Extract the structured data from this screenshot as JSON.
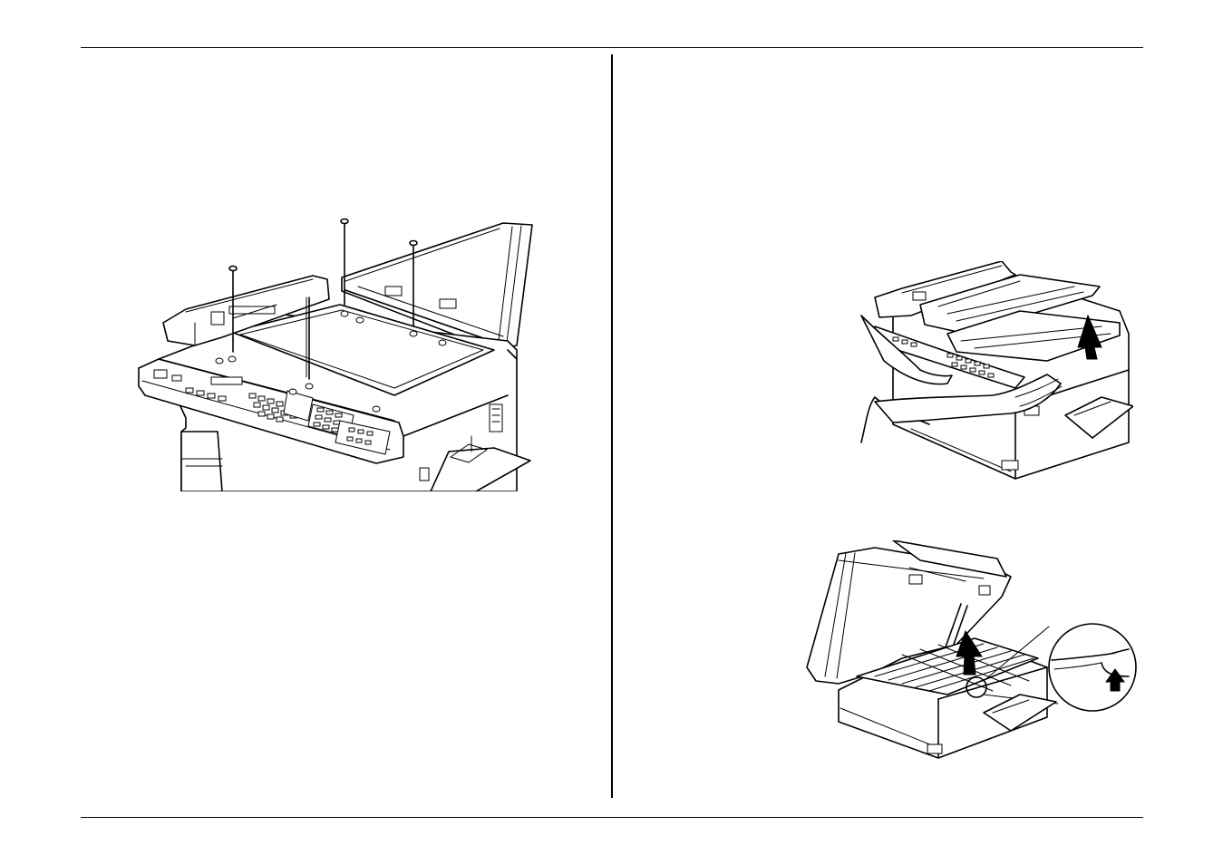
{
  "page": {
    "figures": [
      {
        "id": "fig-screw-removal",
        "icon": "fax-scanner-screws-illustration"
      },
      {
        "id": "fig-lift-unit",
        "icon": "hands-lifting-fax-illustration"
      },
      {
        "id": "fig-open-unit",
        "icon": "opened-fax-detail-illustration"
      }
    ]
  }
}
